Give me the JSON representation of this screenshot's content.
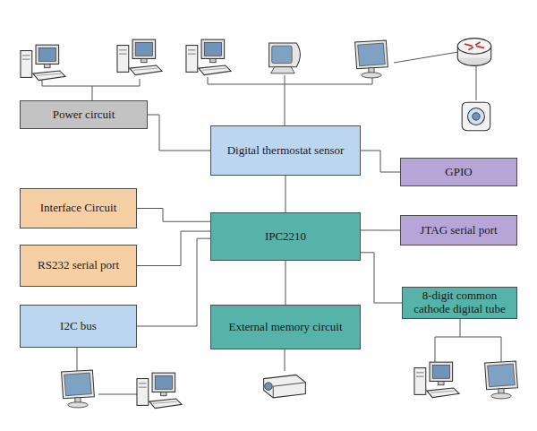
{
  "diagram": {
    "nodes": [
      {
        "text": [
          "Power circuit"
        ]
      },
      {
        "text": [
          "Digital thermostat sensor"
        ]
      },
      {
        "text": [
          "GPIO"
        ]
      },
      {
        "text": [
          "Interface Circuit"
        ]
      },
      {
        "text": [
          "IPC2210"
        ]
      },
      {
        "text": [
          "JTAG serial port"
        ]
      },
      {
        "text": [
          "RS232 serial port"
        ]
      },
      {
        "text": [
          "8-digit common cathode digital tube"
        ]
      },
      {
        "text": [
          "I2C bus"
        ]
      },
      {
        "text": [
          "External memory circuit"
        ]
      }
    ],
    "edges": [
      {
        "from": 0,
        "to": 1,
        "arrow": "none"
      },
      {
        "from": 1,
        "to": 2,
        "arrow": "none"
      },
      {
        "from": 1,
        "to": 4,
        "arrow": "none"
      },
      {
        "from": 3,
        "to": 4,
        "arrow": "none"
      },
      {
        "from": 4,
        "to": 5,
        "arrow": "none"
      },
      {
        "from": 6,
        "to": 4,
        "arrow": "none"
      },
      {
        "from": 4,
        "to": 7,
        "arrow": "none"
      },
      {
        "from": 8,
        "to": 4,
        "arrow": "none"
      },
      {
        "from": 4,
        "to": 9,
        "arrow": "none"
      }
    ]
  }
}
